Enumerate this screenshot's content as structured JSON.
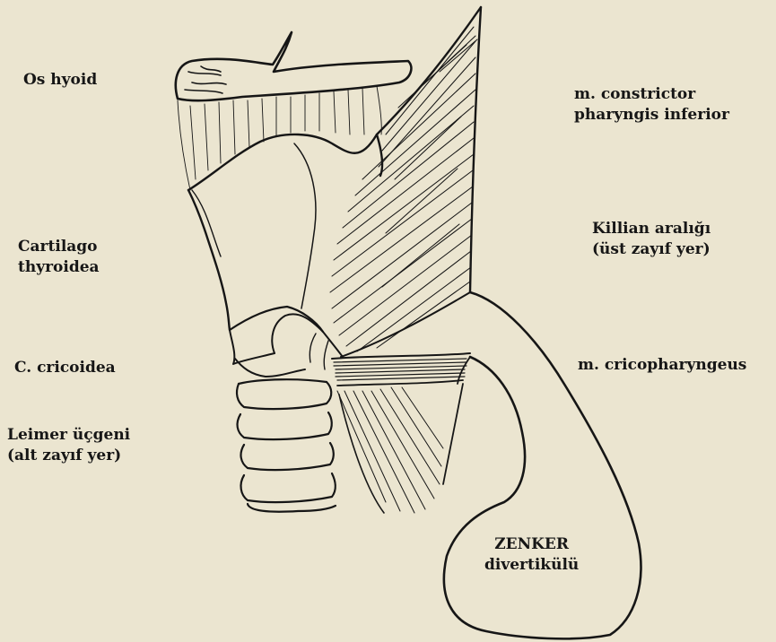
{
  "labels": {
    "os_hyoid": "Os hyoid",
    "constrictor_line1": "m. constrictor",
    "constrictor_line2": "pharyngis inferior",
    "killian_line1": "Killian aralığı",
    "killian_line2": "(üst zayıf yer)",
    "thyroid_line1": "Cartilago",
    "thyroid_line2": "thyroidea",
    "cricoidea": "C. cricoidea",
    "cricopharyngeus": "m. cricopharyngeus",
    "leimer_line1": "Leimer üçgeni",
    "leimer_line2": "(alt zayıf yer)",
    "zenker_line1": "ZENKER",
    "zenker_line2": "divertikülü"
  },
  "colors": {
    "background": "#ebe5d0",
    "ink": "#161616"
  }
}
